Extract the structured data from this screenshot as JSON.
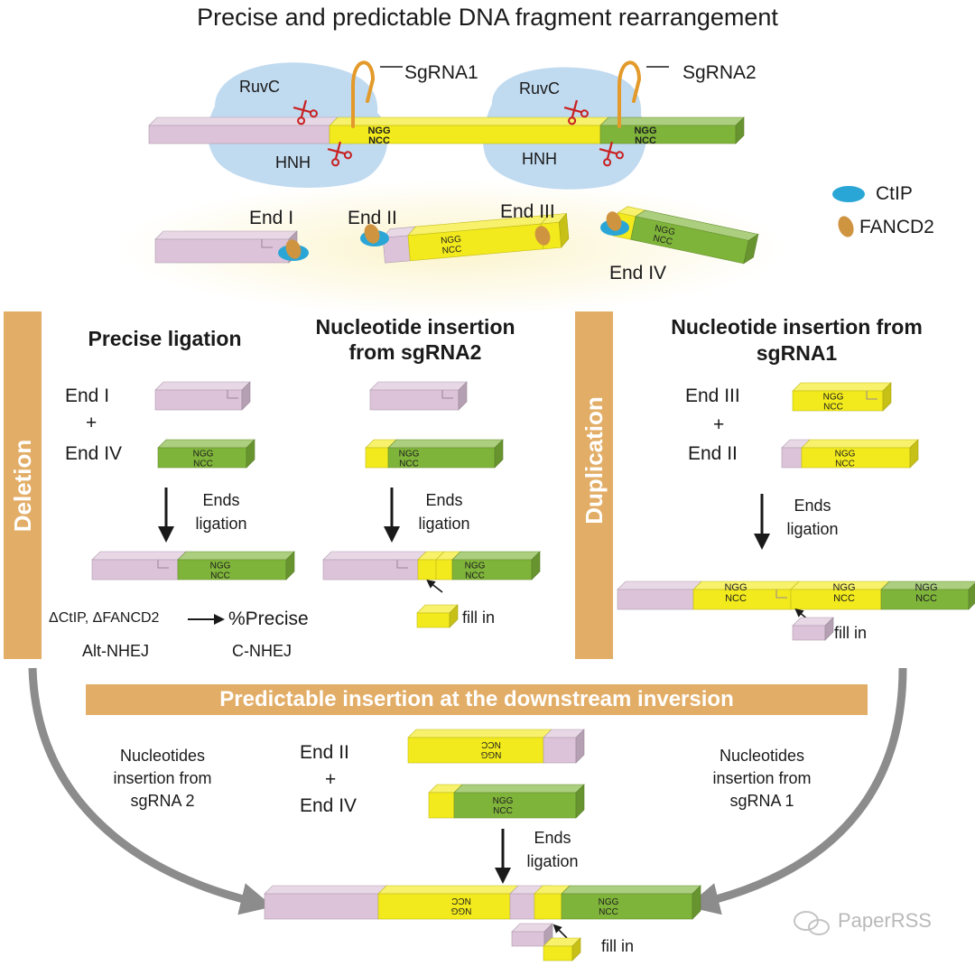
{
  "title": "Precise and predictable DNA fragment rearrangement",
  "colors": {
    "pink": "#dcc3d9",
    "yellow": "#f2ea1c",
    "green": "#7fb43a",
    "cas9": "#b9d6ee",
    "ctip": "#2aa6d6",
    "fancd2": "#cf9440",
    "panel": "#e2ad66",
    "scissors": "#c8201f"
  },
  "top": {
    "sgrna1": "SgRNA1",
    "sgrna2": "SgRNA2",
    "ruvc1": "RuvC",
    "ruvc2": "RuvC",
    "hnh1": "HNH",
    "hnh2": "HNH",
    "ngg": "NGG",
    "ncc": "NCC"
  },
  "legend": {
    "ctip": "CtIP",
    "fancd2": "FANCD2"
  },
  "ends": {
    "end1": "End I",
    "end2": "End II",
    "end3": "End III",
    "end4": "End IV"
  },
  "side_labels": {
    "deletion": "Deletion",
    "duplication": "Duplication"
  },
  "precise": {
    "heading": "Precise ligation",
    "end_a": "End I",
    "plus": "+",
    "end_b": "End IV",
    "arrow_label_1": "Ends",
    "arrow_label_2": "ligation",
    "mutants": "ΔCtIP, ΔFANCD2",
    "result": "%Precise",
    "alt": "Alt-NHEJ",
    "c": "C-NHEJ"
  },
  "sg2": {
    "heading_1": "Nucleotide insertion",
    "heading_2": "from sgRNA2",
    "arrow_label_1": "Ends",
    "arrow_label_2": "ligation",
    "fill": "fill in"
  },
  "sg1": {
    "heading_1": "Nucleotide insertion from",
    "heading_2": "sgRNA1",
    "end_a": "End III",
    "plus": "+",
    "end_b": "End II",
    "arrow_label_1": "Ends",
    "arrow_label_2": "ligation",
    "fill": "fill in"
  },
  "bottom": {
    "banner": "Predictable insertion at the downstream inversion",
    "end_a": "End II",
    "plus": "+",
    "end_b": "End IV",
    "left_1": "Nucleotides",
    "left_2": "insertion from",
    "left_3": "sgRNA 2",
    "right_1": "Nucleotides",
    "right_2": "insertion from",
    "right_3": "sgRNA 1",
    "arrow_label_1": "Ends",
    "arrow_label_2": "ligation",
    "fill": "fill in"
  },
  "watermark": "PaperRSS"
}
